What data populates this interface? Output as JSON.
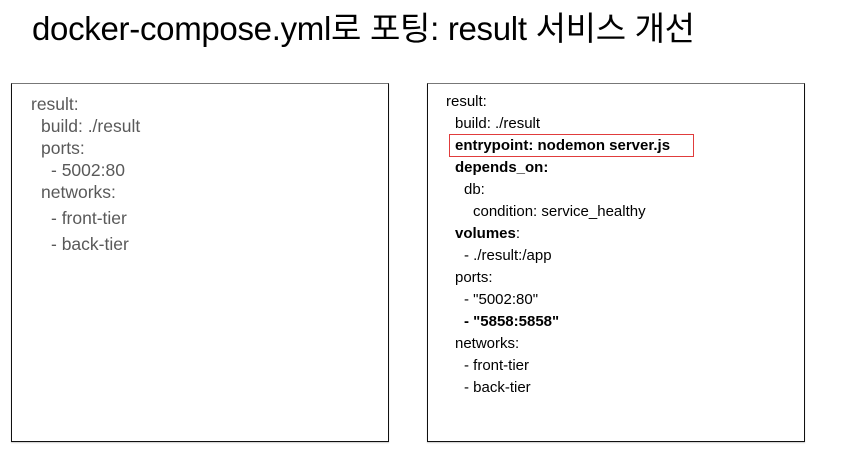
{
  "slide": {
    "title": "docker-compose.yml로 포팅: result 서비스 개선",
    "highlight_color": "#e03c3c"
  },
  "left_panel": {
    "lines": [
      {
        "indent": 0,
        "text": "result:",
        "bold": false
      },
      {
        "indent": 1,
        "text": "build: ./result",
        "bold": false
      },
      {
        "indent": 1,
        "text": "ports:",
        "bold": false
      },
      {
        "indent": 2,
        "text": "- 5002:80",
        "bold": false
      },
      {
        "indent": 1,
        "text": "networks:",
        "bold": false
      },
      {
        "indent": 2,
        "text": "- front-tier",
        "bold": false
      },
      {
        "indent": 2,
        "text": "- back-tier",
        "bold": false
      }
    ]
  },
  "right_panel": {
    "lines": [
      {
        "indent": 0,
        "text": "result:",
        "bold": false
      },
      {
        "indent": 1,
        "text": "build: ./result",
        "bold": false
      },
      {
        "indent": 1,
        "text": "entrypoint: nodemon server.js",
        "bold": true,
        "highlighted": true
      },
      {
        "indent": 1,
        "text": "depends_on:",
        "bold": true
      },
      {
        "indent": 2,
        "text": "db:",
        "bold": false
      },
      {
        "indent": 3,
        "text": "condition: service_healthy",
        "bold": false
      },
      {
        "indent": 1,
        "text": "volumes",
        "bold": true,
        "suffix": ":"
      },
      {
        "indent": 2,
        "text": "- ./result:/app",
        "bold": false
      },
      {
        "indent": 1,
        "text": "ports:",
        "bold": false
      },
      {
        "indent": 2,
        "text": "- \"5002:80\"",
        "bold": false
      },
      {
        "indent": 2,
        "text": "- \"5858:5858\"",
        "bold": true
      },
      {
        "indent": 1,
        "text": "networks:",
        "bold": false
      },
      {
        "indent": 2,
        "text": "- front-tier",
        "bold": false
      },
      {
        "indent": 2,
        "text": "- back-tier",
        "bold": false
      }
    ]
  }
}
